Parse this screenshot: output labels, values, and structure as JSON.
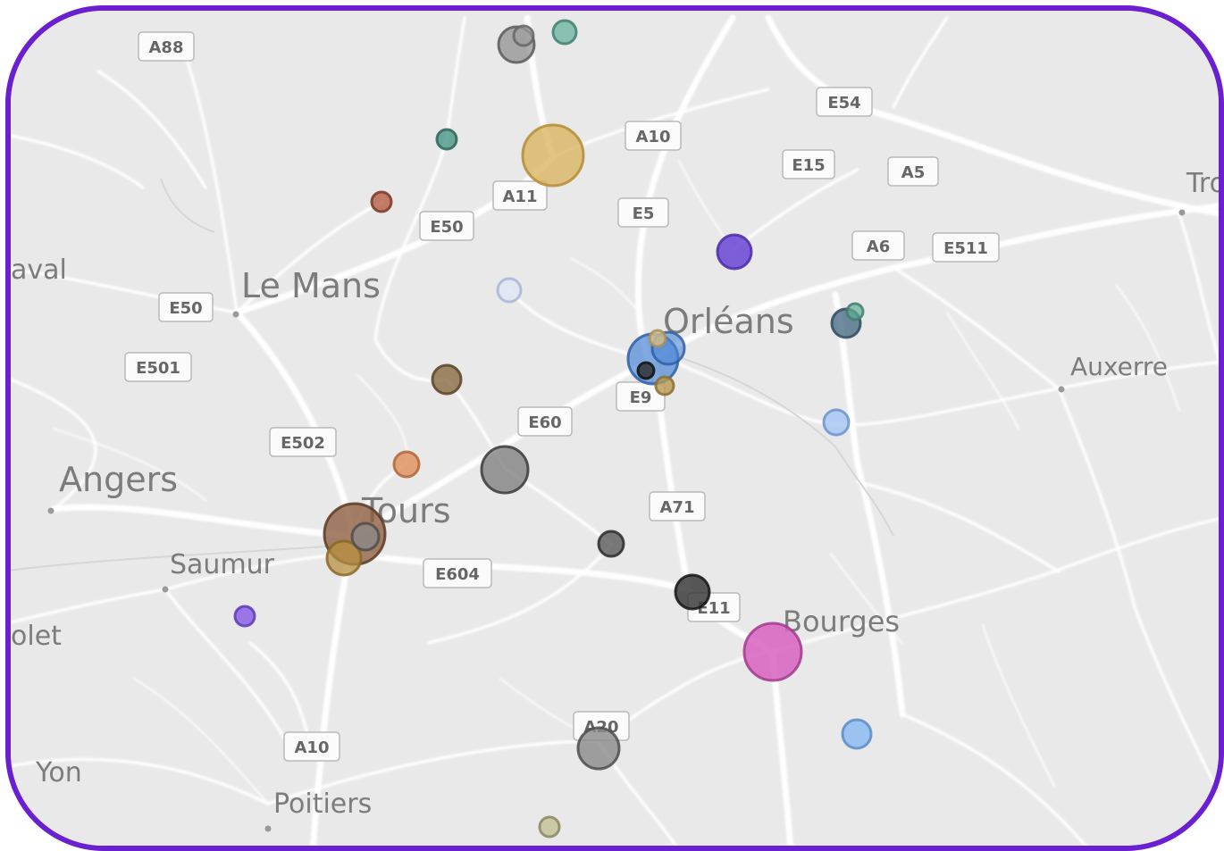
{
  "map": {
    "cities": [
      {
        "id": "laval",
        "label": "aval"
      },
      {
        "id": "le-mans",
        "label": "Le Mans"
      },
      {
        "id": "orleans",
        "label": "Orléans"
      },
      {
        "id": "auxerre",
        "label": "Auxerre"
      },
      {
        "id": "angers",
        "label": "Angers"
      },
      {
        "id": "tours",
        "label": "Tours"
      },
      {
        "id": "saumur",
        "label": "Saumur"
      },
      {
        "id": "cholet",
        "label": "olet"
      },
      {
        "id": "bourges",
        "label": "Bourges"
      },
      {
        "id": "la-roche-sur-yon",
        "label": "Yon"
      },
      {
        "id": "poitiers",
        "label": "Poitiers"
      },
      {
        "id": "troyes",
        "label": "Tro"
      }
    ],
    "road_labels": [
      {
        "id": "a88",
        "label": "A88"
      },
      {
        "id": "a10-north",
        "label": "A10"
      },
      {
        "id": "e54",
        "label": "E54"
      },
      {
        "id": "e15",
        "label": "E15"
      },
      {
        "id": "a5",
        "label": "A5"
      },
      {
        "id": "a11",
        "label": "A11"
      },
      {
        "id": "e5",
        "label": "E5"
      },
      {
        "id": "e50-north",
        "label": "E50"
      },
      {
        "id": "a6",
        "label": "A6"
      },
      {
        "id": "e511",
        "label": "E511"
      },
      {
        "id": "e50-west",
        "label": "E50"
      },
      {
        "id": "e501",
        "label": "E501"
      },
      {
        "id": "e9",
        "label": "E9"
      },
      {
        "id": "e60",
        "label": "E60"
      },
      {
        "id": "e502",
        "label": "E502"
      },
      {
        "id": "a71",
        "label": "A71"
      },
      {
        "id": "e604",
        "label": "E604"
      },
      {
        "id": "e11",
        "label": "E11"
      },
      {
        "id": "a20",
        "label": "A20"
      },
      {
        "id": "a10-south",
        "label": "A10"
      }
    ],
    "bubble_colors": {
      "gold": "#d9b25a",
      "teal": "#3f8f7e",
      "rust": "#b0563a",
      "violet": "#6a45d6",
      "lightblue": "#c7d6f0",
      "blue": "#4c86d6",
      "brown": "#8a6a42",
      "orange": "#e08e5a",
      "gray": "#7a7a7a",
      "dark": "#3c3c3c",
      "magenta": "#d860c0",
      "skyblue": "#8cbcf2",
      "mocha": "#8f5f42",
      "olive": "#b99040",
      "slate": "#4e6e86"
    }
  }
}
